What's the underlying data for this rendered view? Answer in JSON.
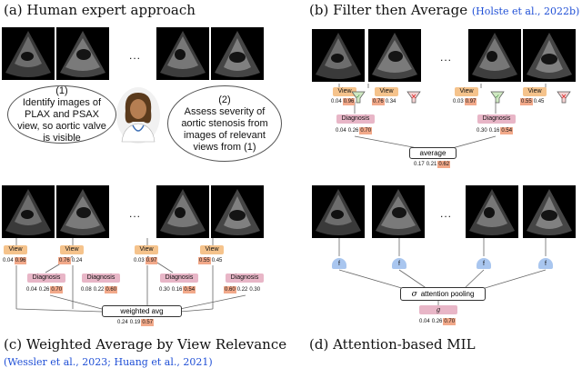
{
  "panel_a": {
    "title": "(a) Human expert approach",
    "ellipsis": "...",
    "bubble1": "(1)\nIdentify images of\nPLAX and PSAX\nview, so aortic valve\nis visible",
    "bubble2": "(2)\nAssess severity of\naortic stenosis from\nimages of relevant\nviews from (1)"
  },
  "panel_b": {
    "title": "(b) Filter then Average",
    "citation": "(Holste et al., 2022b)",
    "ellipsis": "...",
    "view_label": "View",
    "diagnosis_label": "Diagnosis",
    "views": [
      [
        "0.04",
        "0.96"
      ],
      [
        "0.76",
        "0.34"
      ],
      [
        "0.03",
        "0.97"
      ],
      [
        "0.55",
        "0.45"
      ]
    ],
    "diagnoses": [
      [
        "0.04",
        "0.26",
        "0.70"
      ],
      [
        "0.30",
        "0.16",
        "0.54"
      ]
    ],
    "average_label": "average",
    "average_values": [
      "0.17",
      "0.21",
      "0.62"
    ]
  },
  "panel_c": {
    "title": "(c) Weighted Average by View Relevance",
    "citation": "(Wessler et al., 2023; Huang et al., 2021)",
    "ellipsis": "...",
    "view_label": "View",
    "diagnosis_label": "Diagnosis",
    "views": [
      [
        "0.04",
        "0.96"
      ],
      [
        "0.76",
        "0.24"
      ],
      [
        "0.03",
        "0.97"
      ],
      [
        "0.55",
        "0.45"
      ]
    ],
    "diagnoses": [
      [
        "0.04",
        "0.26",
        "0.70"
      ],
      [
        "0.08",
        "0.22",
        "0.60"
      ],
      [
        "0.30",
        "0.16",
        "0.54"
      ],
      [
        "0.60",
        "0.22",
        "0.30"
      ]
    ],
    "weighted_label": "weighted avg",
    "weighted_values": [
      "0.24",
      "0.19",
      "0.57"
    ]
  },
  "panel_d": {
    "title": "(d) Attention-based MIL",
    "ellipsis": "...",
    "f_label": "f",
    "sigma": "σ",
    "pool_label": "attention pooling",
    "g_label": "g",
    "g_values": [
      "0.04",
      "0.26",
      "0.70"
    ]
  }
}
